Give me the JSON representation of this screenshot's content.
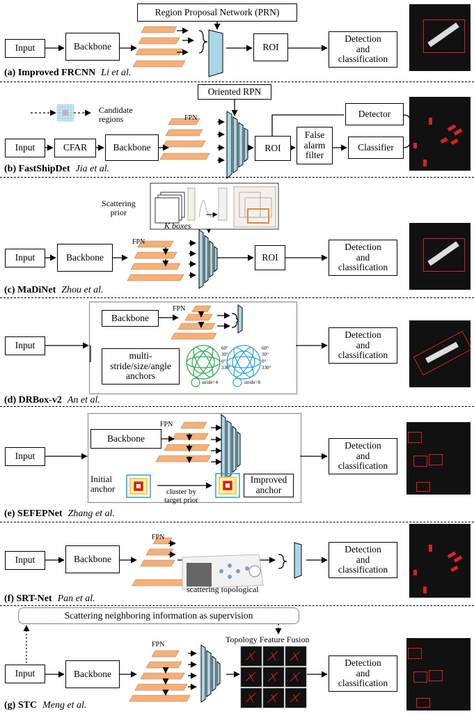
{
  "colors": {
    "layer": "#f5b07a",
    "fpn": "#a9d6e8",
    "detect": "#e02020",
    "sar_bg": "#151515"
  },
  "common": {
    "input": "Input",
    "backbone": "Backbone",
    "roi": "ROI",
    "fpn": "FPN",
    "detection": "Detection\nand\nclassification"
  },
  "a": {
    "title": "Region Proposal Network (PRN)",
    "name": "(a) Improved FRCNN",
    "authors": "Li et al."
  },
  "b": {
    "title": "Oriented RPN",
    "candidate": "Candidate\nregions",
    "cfar": "CFAR",
    "detector": "Detector",
    "false_alarm": "False\nalarm\nfilter",
    "classifier": "Classifier",
    "name": "(b) FastShipDet",
    "authors": "Jia et al."
  },
  "c": {
    "scattering_prior": "Scattering\nprior",
    "k_boxes": "K  boxes",
    "name": "(c) MaDiNet",
    "authors": "Zhou et al."
  },
  "d": {
    "anchors": "multi-\nstride/size/angle\nanchors",
    "angles": [
      "60°",
      "30°",
      "0°",
      "330°"
    ],
    "stride4": "stride=4",
    "stride8": "stride=8",
    "name": "(d) DRBox-v2",
    "authors": "An et al."
  },
  "e": {
    "initial": "Initial\nanchor",
    "cluster": "cluster by\ntarget prior",
    "improved": "Improved\nanchor",
    "name": "(e) SEFEPNet",
    "authors": "Zhang et al."
  },
  "f": {
    "scattering": "scattering topological",
    "name": "(f) SRT-Net",
    "authors": "Pan et al."
  },
  "g": {
    "supervision": "Scattering neighboring information as supervision",
    "fusion": "Topology Feature Fusion",
    "name": "(g) STC",
    "authors": "Meng et al."
  }
}
